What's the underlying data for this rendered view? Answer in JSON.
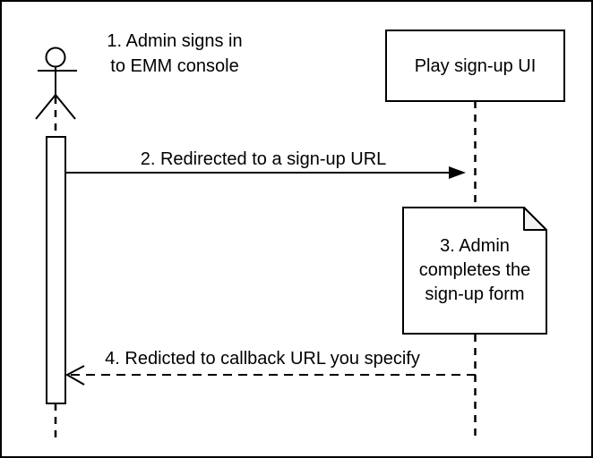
{
  "diagram": {
    "type": "sequence-diagram",
    "colors": {
      "stroke": "#000000",
      "background": "#ffffff",
      "note_fold_fill": "#f2f2f2",
      "text": "#000000"
    },
    "actor": {
      "caption_line1": "1. Admin signs in",
      "caption_line2": "to EMM console"
    },
    "participant": {
      "label": "Play sign-up UI"
    },
    "messages": {
      "redirect": {
        "label": "2. Redirected to a sign-up URL",
        "line_style": "solid",
        "arrowhead": "filled",
        "direction": "left-to-right"
      },
      "callback": {
        "label": "4. Redicted to callback URL you specify",
        "line_style": "dashed",
        "arrowhead": "open",
        "direction": "right-to-left"
      }
    },
    "note": {
      "line1": "3. Admin",
      "line2": "completes the",
      "line3": "sign-up form"
    }
  }
}
